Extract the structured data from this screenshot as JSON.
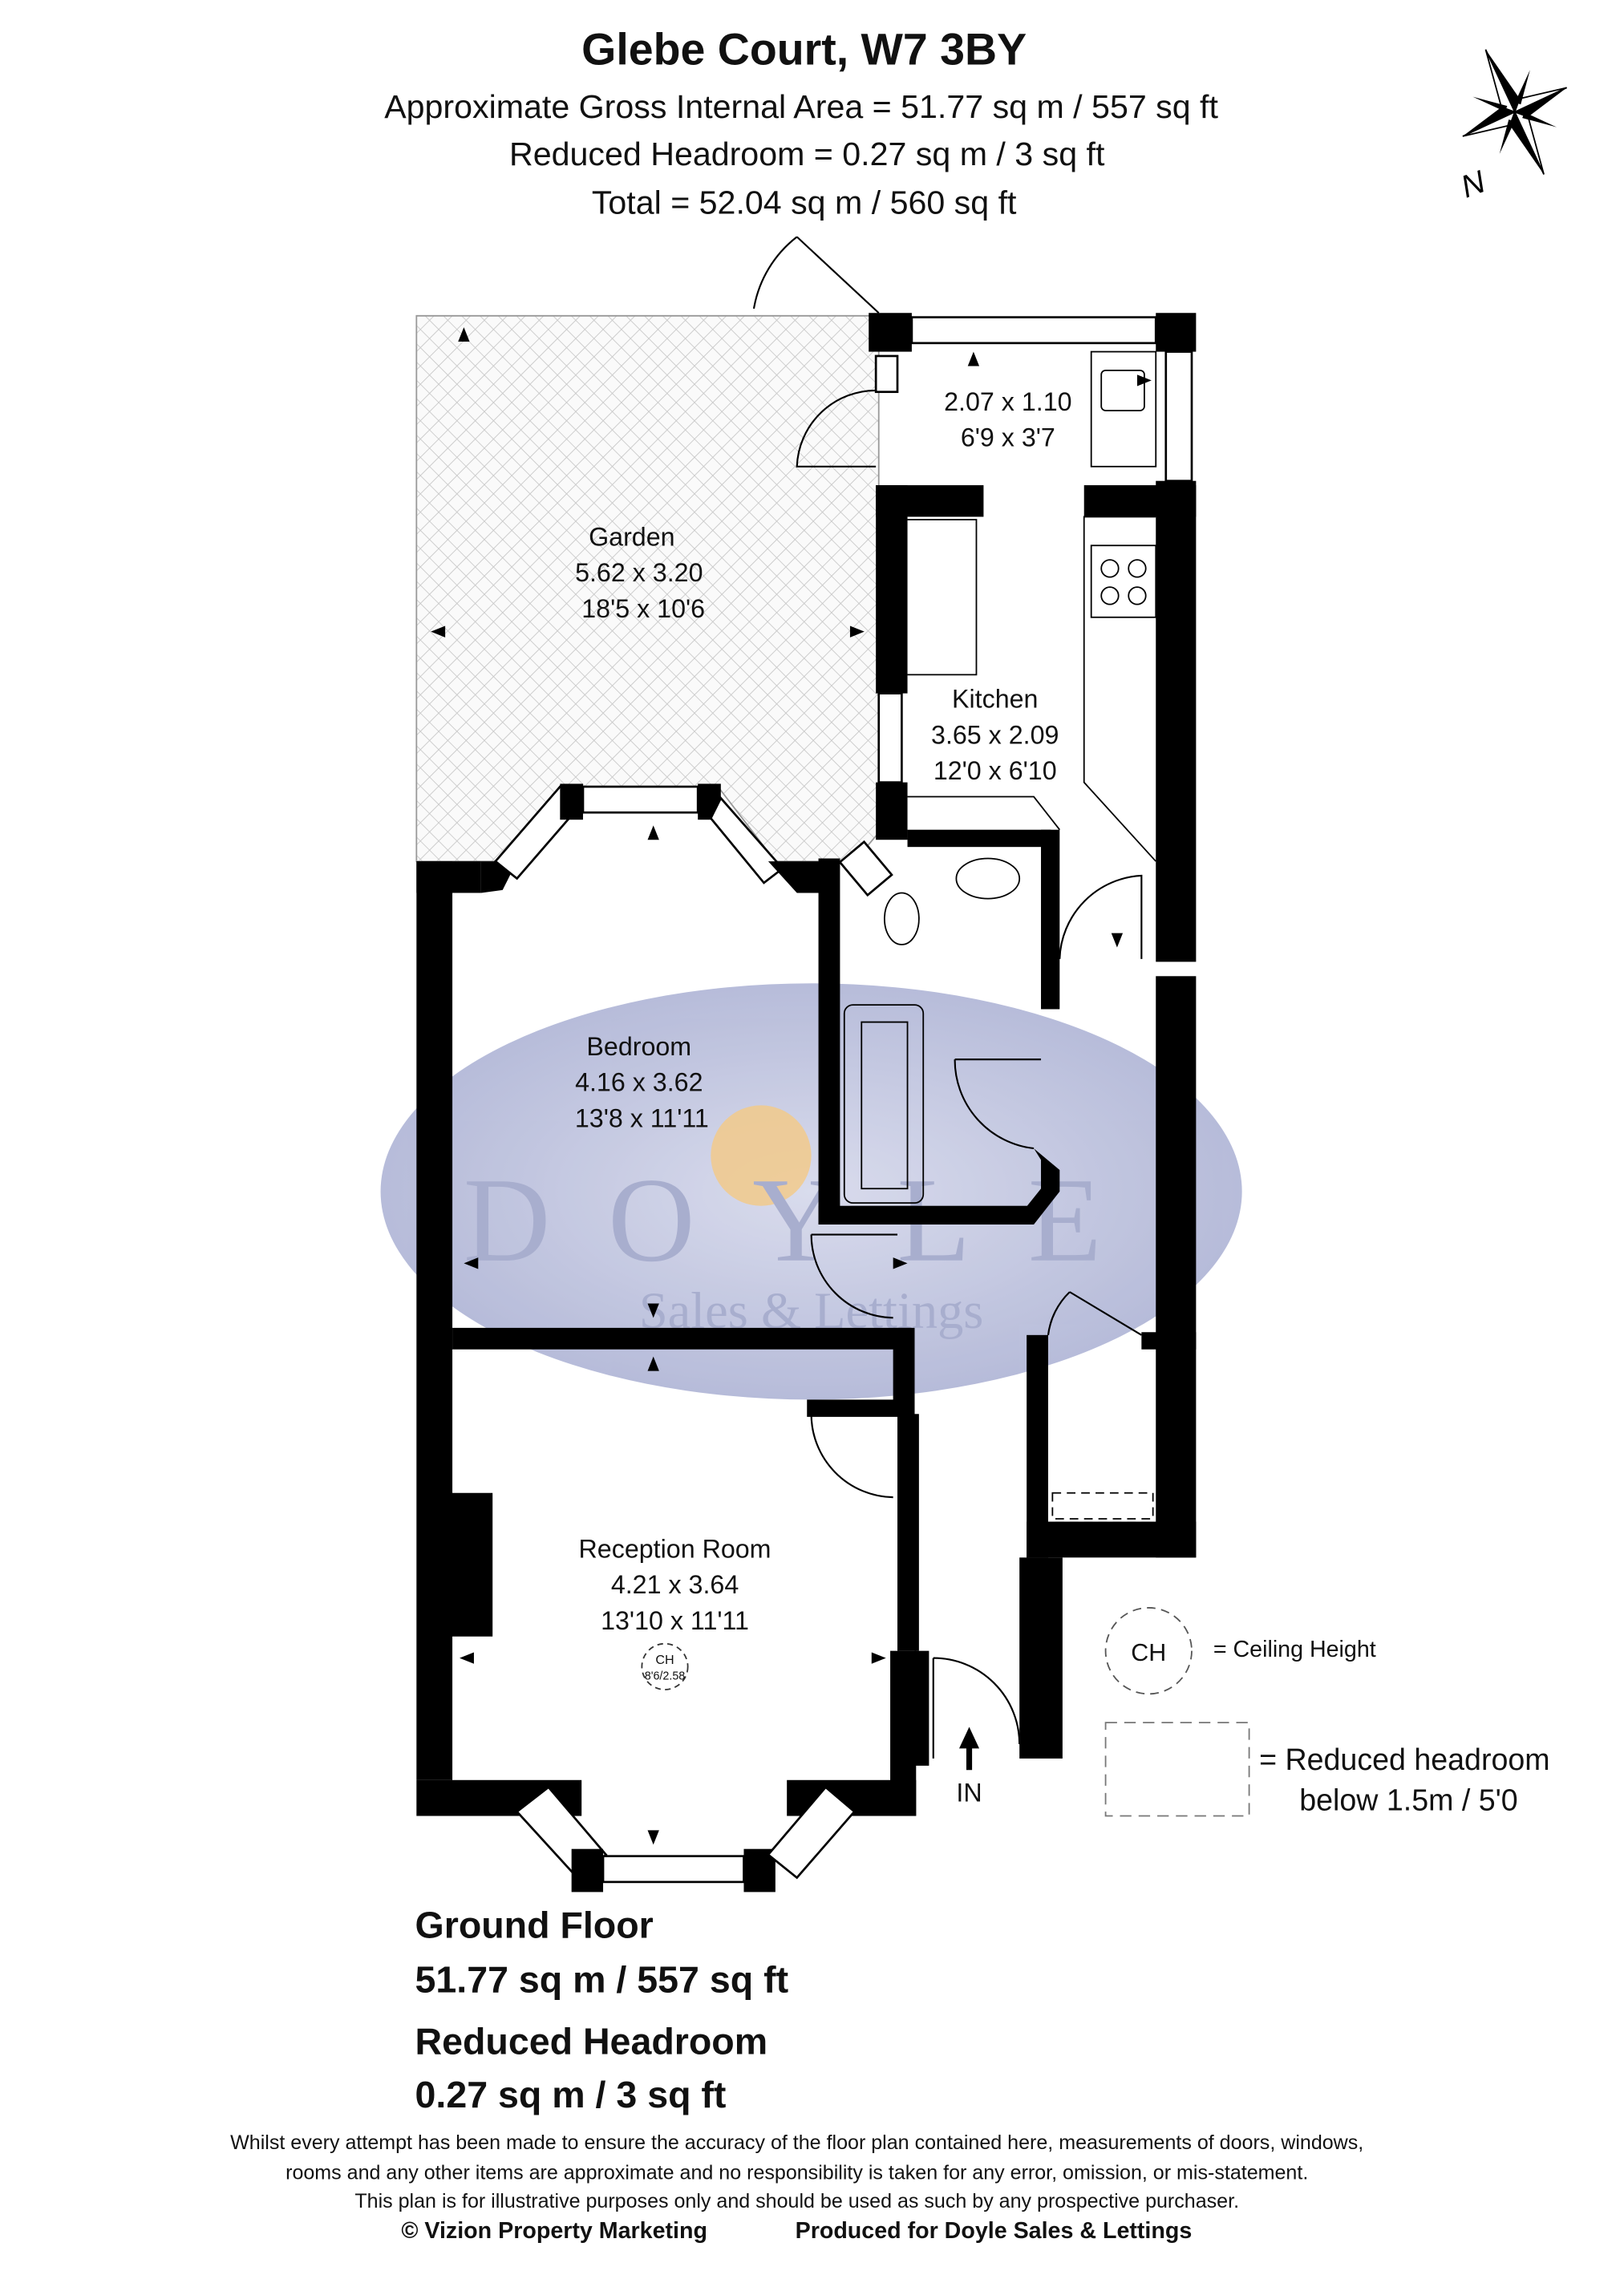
{
  "header": {
    "title": "Glebe Court, W7 3BY",
    "gross_area": "Approximate Gross Internal Area = 51.77 sq m / 557 sq ft",
    "reduced_headroom": "Reduced Headroom = 0.27 sq m / 3 sq ft",
    "total": "Total = 52.04 sq m / 560 sq ft"
  },
  "compass": {
    "label": "N"
  },
  "rooms": {
    "garden": {
      "name": "Garden",
      "metric": "5.62 x 3.20",
      "imperial": "18'5 x 10'6"
    },
    "utility": {
      "metric": "2.07 x 1.10",
      "imperial": "6'9 x 3'7"
    },
    "kitchen": {
      "name": "Kitchen",
      "metric": "3.65 x 2.09",
      "imperial": "12'0 x 6'10"
    },
    "bedroom": {
      "name": "Bedroom",
      "metric": "4.16 x 3.62",
      "imperial": "13'8 x 11'11"
    },
    "reception": {
      "name": "Reception Room",
      "metric": "4.21 x 3.64",
      "imperial": "13'10 x 11'11",
      "ch_label": "CH",
      "ch_value": "8'6/2.58"
    }
  },
  "entrance": {
    "label": "IN"
  },
  "legend": {
    "ch_symbol": "CH",
    "ch_text": "= Ceiling Height",
    "reduced_line1": "= Reduced headroom",
    "reduced_line2": "below 1.5m / 5'0"
  },
  "watermark": {
    "brand": "DOYLE",
    "tagline": "Sales & Lettings"
  },
  "floor_summary": {
    "floor_name": "Ground Floor",
    "floor_area": "51.77 sq m / 557 sq ft",
    "reduced_title": "Reduced Headroom",
    "reduced_area": "0.27 sq m / 3 sq ft"
  },
  "footer": {
    "line1": "Whilst every attempt has been made to ensure the accuracy of the floor plan contained here, measurements of doors, windows,",
    "line2": "rooms and any other items are approximate and no responsibility is taken for any error, omission, or mis-statement.",
    "line3": "This plan is for illustrative purposes only and should be used as such by any prospective purchaser.",
    "copyright": "© Vizion Property Marketing",
    "produced_for": "Produced for Doyle Sales & Lettings"
  },
  "colors": {
    "walls": "#000000",
    "watermark": "#b9bedb",
    "watermark_accent": "#f3c170",
    "hatch": "#c8c8c8"
  }
}
